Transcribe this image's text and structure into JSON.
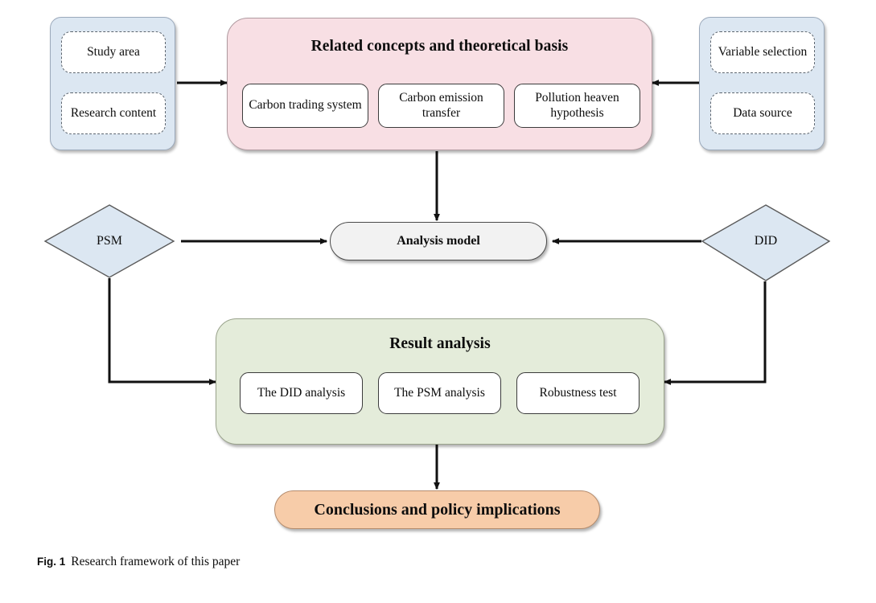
{
  "figure": {
    "caption_number": "Fig. 1",
    "caption_text": "Research framework of this paper"
  },
  "colors": {
    "panel_blue": "#dce7f2",
    "section_pink": "#f8dfe4",
    "section_green": "#e4ecda",
    "pill_gray": "#f2f2f2",
    "pill_orange": "#f7cca9",
    "diamond_blue": "#dce7f2",
    "stroke": "#1a1a1a"
  },
  "left_panel": {
    "items": [
      {
        "label": "Study area"
      },
      {
        "label": "Research content"
      }
    ]
  },
  "right_panel": {
    "items": [
      {
        "label": "Variable selection"
      },
      {
        "label": "Data source"
      }
    ]
  },
  "concepts_section": {
    "title": "Related concepts and theoretical basis",
    "items": [
      {
        "label": "Carbon trading system"
      },
      {
        "label": "Carbon emission transfer"
      },
      {
        "label": "Pollution heaven hypothesis"
      }
    ]
  },
  "analysis_model": {
    "label": "Analysis model"
  },
  "methods": {
    "left_diamond": "PSM",
    "right_diamond": "DID"
  },
  "result_section": {
    "title": "Result analysis",
    "items": [
      {
        "label": "The DID analysis"
      },
      {
        "label": "The PSM analysis"
      },
      {
        "label": "Robustness test"
      }
    ]
  },
  "conclusions": {
    "label": "Conclusions and policy implications"
  }
}
